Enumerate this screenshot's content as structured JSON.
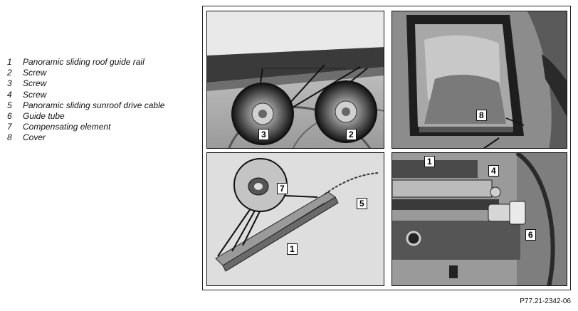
{
  "legend": [
    {
      "num": "1",
      "text": "Panoramic sliding roof guide rail"
    },
    {
      "num": "2",
      "text": "Screw"
    },
    {
      "num": "3",
      "text": "Screw"
    },
    {
      "num": "4",
      "text": "Screw"
    },
    {
      "num": "5",
      "text": "Panoramic sliding sunroof drive cable"
    },
    {
      "num": "6",
      "text": "Guide tube"
    },
    {
      "num": "7",
      "text": "Compensating element"
    },
    {
      "num": "8",
      "text": "Cover"
    }
  ],
  "callouts": {
    "p1_screw_left": "3",
    "p1_screw_right": "2",
    "p2_cover": "8",
    "p3_compensating": "7",
    "p3_cable": "5",
    "p3_rail": "1",
    "p4_rail": "1",
    "p4_screw": "4",
    "p4_guide_tube": "6"
  },
  "figure_code": "P77.21-2342-06"
}
